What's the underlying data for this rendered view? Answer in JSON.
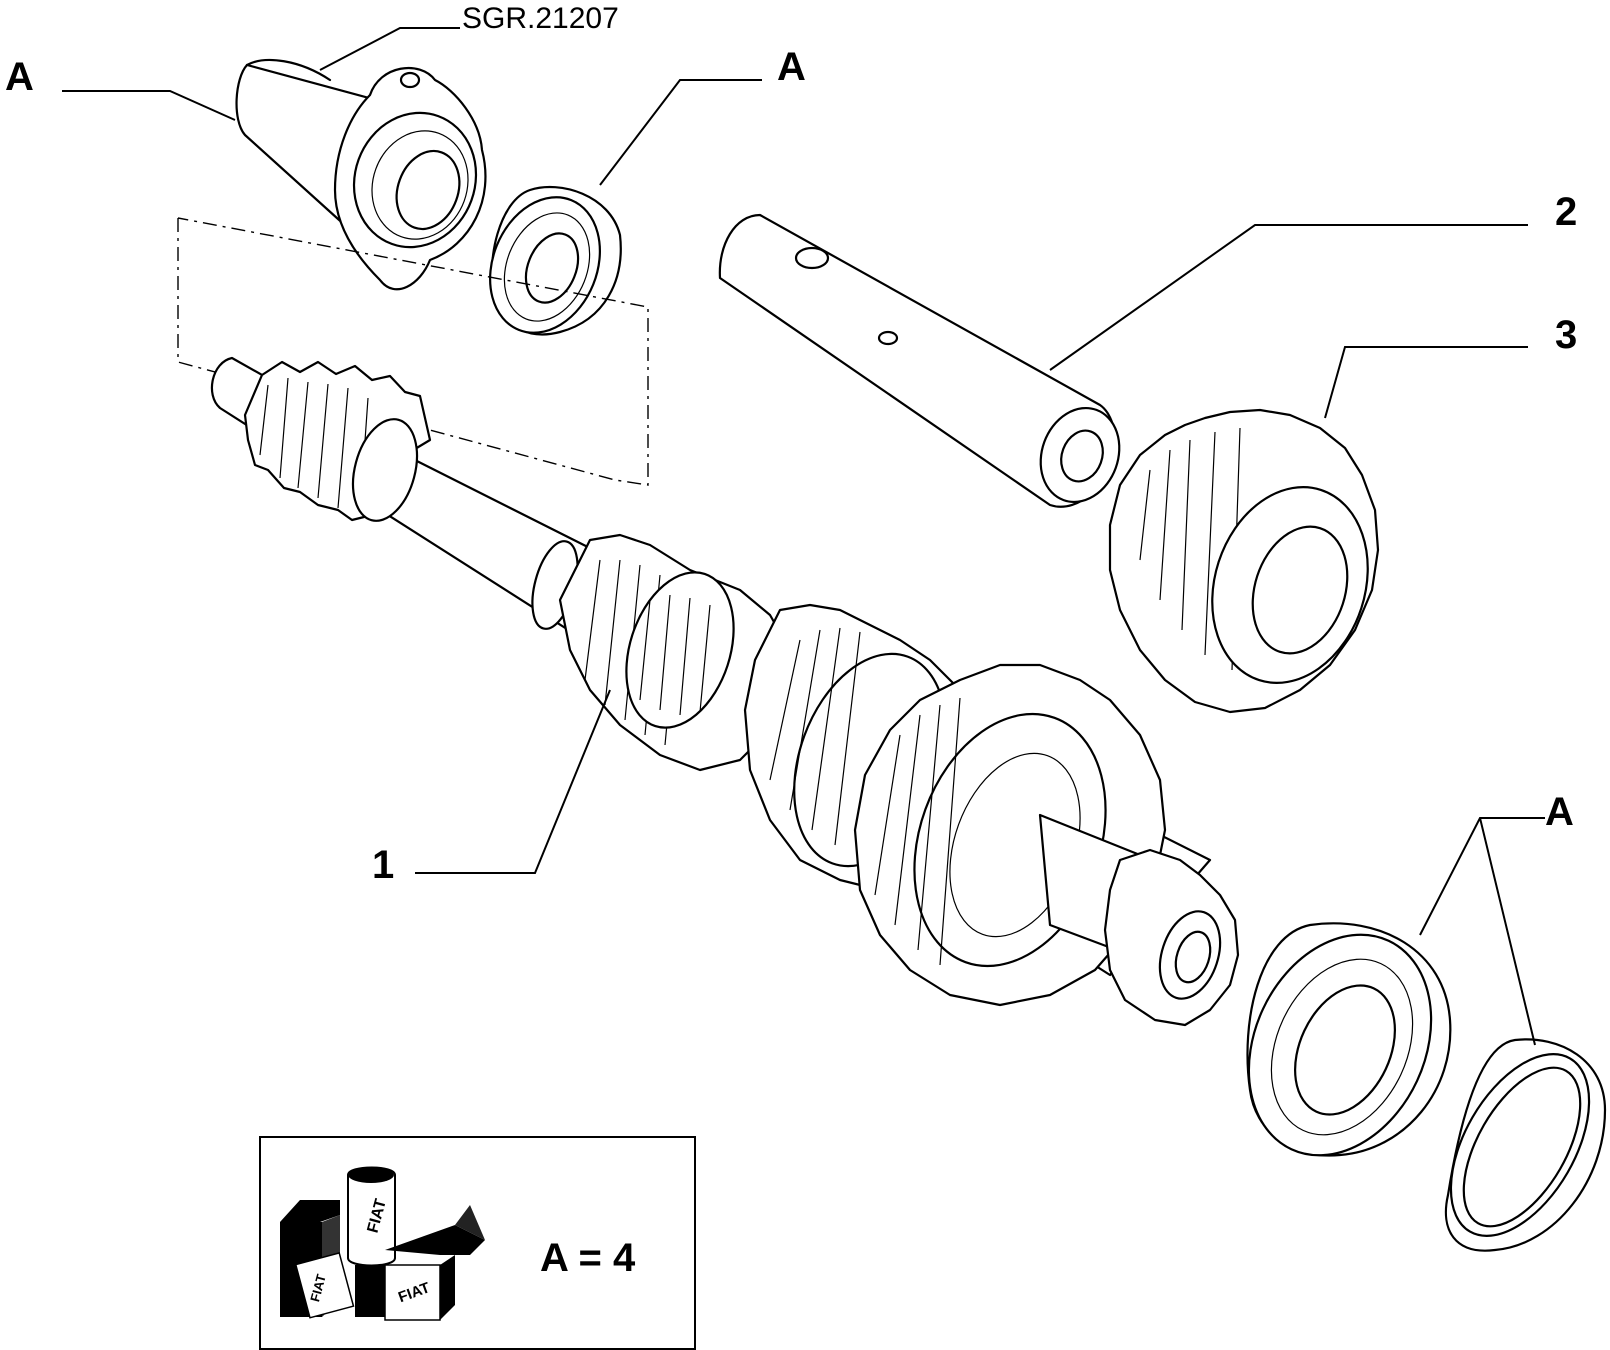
{
  "labels": {
    "code": "SGR.21207",
    "a_top_left": "A",
    "a_top_center": "A",
    "a_right": "A",
    "part_1": "1",
    "part_2": "2",
    "part_3": "3"
  },
  "legend": {
    "text": "A = 4",
    "logo_text": "FIAT"
  }
}
